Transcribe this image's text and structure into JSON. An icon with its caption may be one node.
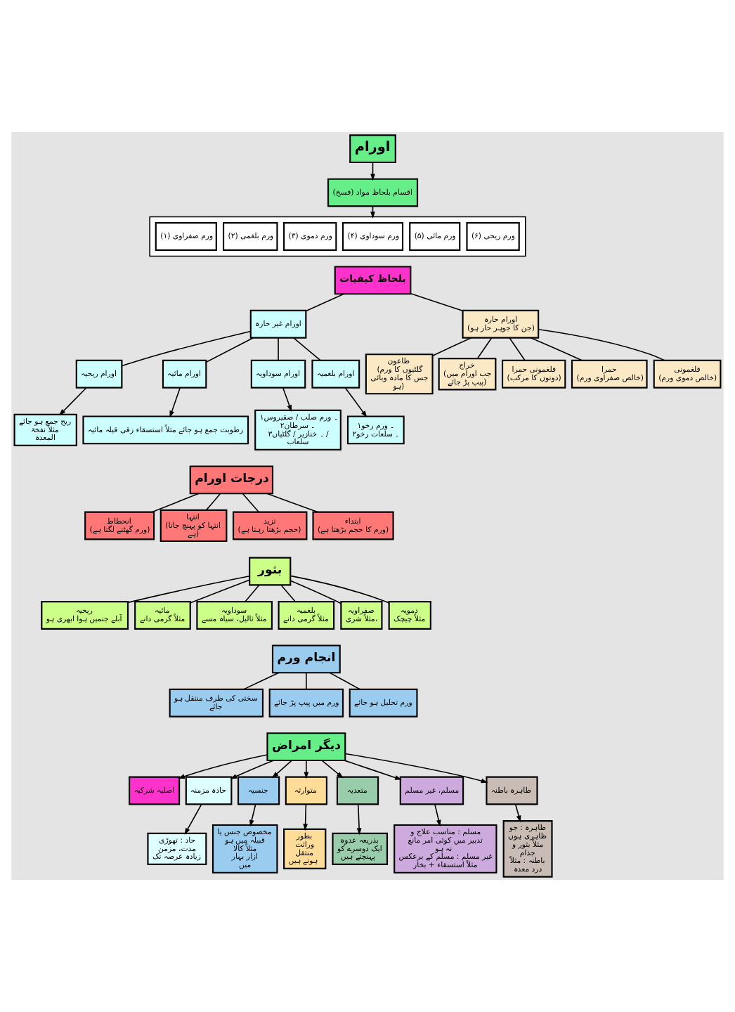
{
  "diagram": {
    "nodes": [
      {
        "text": [
          "اورام"
        ]
      },
      {
        "text": [
          "اقسام بلحاظ مواد (فسخ)"
        ]
      },
      {
        "text": [],
        "shape": "box"
      },
      {
        "text": [
          "(۱) ورم صفراوی"
        ],
        "in": 2
      },
      {
        "text": [
          "(۲) ورم بلغمی"
        ],
        "in": 2
      },
      {
        "text": [
          "(۳) ورم دموی"
        ],
        "in": 2
      },
      {
        "text": [
          "(۴) ورم سوداوی"
        ],
        "in": 2
      },
      {
        "text": [
          "(۵) ورم مائی"
        ],
        "in": 2
      },
      {
        "text": [
          "(۶) ورم ریحی"
        ],
        "in": 2
      },
      {
        "text": [
          "بلحاظ کیفیات"
        ]
      },
      {
        "text": [
          "اورام حارہ",
          "(جن کا جوہر حار ہو)"
        ]
      },
      {
        "text": [
          "اورام غیر حارہ"
        ]
      },
      {
        "text": [
          "فلغمونی",
          "(خالص دموی ورم)"
        ]
      },
      {
        "text": [
          "حمرا",
          "(خالص صفراوی ورم)"
        ]
      },
      {
        "text": [
          "فلغمونی حمرا",
          "(دونوں کا مرکب)"
        ]
      },
      {
        "text": [
          "خراج",
          "(جب اورام میں پیپ پڑ جائے)"
        ]
      },
      {
        "text": [
          "طاعون",
          "(گلٹیوں کا ورم جس کا مادہ وبائی ہو)"
        ]
      },
      {
        "text": [
          "اورام بلغمیہ"
        ]
      },
      {
        "text": [
          "اورام سوداویہ"
        ]
      },
      {
        "text": [
          "اورام مائیہ"
        ]
      },
      {
        "text": [
          "اورام ریحیہ"
        ]
      },
      {
        "text": [
          "۱۔ ورم رخو",
          "۲۔ سلعات رخو"
        ]
      },
      {
        "text": [
          "۱۔ ورم صلب / صقیروس",
          "۲۔ سرطان",
          "۳۔ خنازیر / گلٹیاں / سلعاب"
        ]
      },
      {
        "text": [
          "ریح جمع ہو جائے مثلاً نفخۃ المعدہ"
        ]
      },
      {
        "text": [
          "رطوبت جمع ہو جائے مثلاً استسقاء زقی قیلہ مائیہ"
        ]
      },
      {
        "text": [
          "درجات اورام"
        ]
      },
      {
        "text": [
          "ابتداء",
          "(ورم کا حجم بڑھتا ہے)"
        ]
      },
      {
        "text": [
          "تزید",
          "(حجم بڑھتا رہتا ہے)"
        ]
      },
      {
        "text": [
          "انتہا",
          "(انتہا کو پہنچ جاتا ہے)"
        ]
      },
      {
        "text": [
          "انحطاط",
          "(ورم گھٹنے لگتا ہے)"
        ]
      },
      {
        "text": [
          "بثور"
        ]
      },
      {
        "text": [
          "دمویہ",
          "مثلاً چیچک"
        ]
      },
      {
        "text": [
          "صفراویہ",
          "مثلاً شری،"
        ]
      },
      {
        "text": [
          "بلغمیہ",
          "مثلاً گرمی دانے"
        ]
      },
      {
        "text": [
          "سوداویہ",
          "مثلاً ثالیل، سیاہ مسے"
        ]
      },
      {
        "text": [
          "مائیہ",
          "مثلاً گرمی دانے"
        ]
      },
      {
        "text": [
          "ریحیہ",
          "آبلے جنمیں ہوا ابھری ہو"
        ]
      },
      {
        "text": [
          "انجام ورم"
        ]
      },
      {
        "text": [
          "ورم تحلیل ہو جائے"
        ]
      },
      {
        "text": [
          "ورم میں پیپ پڑ جائے"
        ]
      },
      {
        "text": [
          "سختی کی طرف منتقل ہو جائے"
        ]
      },
      {
        "text": [
          "دیگر امراض"
        ]
      },
      {
        "text": [
          "ظاہرہ باطنہ"
        ]
      },
      {
        "text": [
          "مسلم، غیر مسلم"
        ]
      },
      {
        "text": [
          "متعدیہ"
        ]
      },
      {
        "text": [
          "متوارثہ"
        ]
      },
      {
        "text": [
          "جنسیہ"
        ]
      },
      {
        "text": [
          "حادہ مزمنہ"
        ]
      },
      {
        "text": [
          "اصلیہ شرکیہ"
        ]
      },
      {
        "text": [
          "ظاہرہ : جو ظاہری ہوں مثلاً بثور و جذام",
          "باطنہ : مثلاً درد معدہ"
        ]
      },
      {
        "text": [
          "مسلم : مناسب علاج و تدبیر میں کوئی امر مانع نہ ہو",
          "غیر مسلم : مسلم کے برعکس مثلاً استسقاء + بخار"
        ]
      },
      {
        "text": [
          "بذریعہ عدوہ ایک دوسرے کو پہنچتے ہیں"
        ]
      },
      {
        "text": [
          "بطور وراثت منتقل ہوتے ہیں"
        ]
      },
      {
        "text": [
          "مخصوص جنس یا قبیلہ میں ہو مثلاً کالا ازار بہار میں"
        ]
      },
      {
        "text": [
          "حاد : تھوڑی مدت، مزمن زیادہ عرصہ تک"
        ]
      }
    ],
    "edges": [
      {
        "from": 0,
        "to": 1,
        "arrow": "to"
      },
      {
        "from": 1,
        "to": 2,
        "arrow": "to"
      },
      {
        "from": 9,
        "to": 10,
        "arrow": "none"
      },
      {
        "from": 9,
        "to": 11,
        "arrow": "none"
      },
      {
        "from": 10,
        "to": 12,
        "arrow": "none"
      },
      {
        "from": 10,
        "to": 13,
        "arrow": "none"
      },
      {
        "from": 10,
        "to": 14,
        "arrow": "none"
      },
      {
        "from": 10,
        "to": 15,
        "arrow": "none"
      },
      {
        "from": 10,
        "to": 16,
        "arrow": "none"
      },
      {
        "from": 11,
        "to": 17,
        "arrow": "none"
      },
      {
        "from": 11,
        "to": 18,
        "arrow": "none"
      },
      {
        "from": 11,
        "to": 19,
        "arrow": "none"
      },
      {
        "from": 11,
        "to": 20,
        "arrow": "none"
      },
      {
        "from": 17,
        "to": 21,
        "arrow": "to"
      },
      {
        "from": 18,
        "to": 22,
        "arrow": "to"
      },
      {
        "from": 20,
        "to": 23,
        "arrow": "to"
      },
      {
        "from": 19,
        "to": 24,
        "arrow": "to"
      },
      {
        "from": 25,
        "to": 26,
        "arrow": "none"
      },
      {
        "from": 25,
        "to": 27,
        "arrow": "none"
      },
      {
        "from": 25,
        "to": 28,
        "arrow": "none"
      },
      {
        "from": 25,
        "to": 29,
        "arrow": "none"
      },
      {
        "from": 30,
        "to": 31,
        "arrow": "none"
      },
      {
        "from": 30,
        "to": 32,
        "arrow": "none"
      },
      {
        "from": 30,
        "to": 33,
        "arrow": "none"
      },
      {
        "from": 30,
        "to": 34,
        "arrow": "none"
      },
      {
        "from": 30,
        "to": 35,
        "arrow": "none"
      },
      {
        "from": 30,
        "to": 36,
        "arrow": "none"
      },
      {
        "from": 37,
        "to": 38,
        "arrow": "none"
      },
      {
        "from": 37,
        "to": 39,
        "arrow": "none"
      },
      {
        "from": 37,
        "to": 40,
        "arrow": "none"
      },
      {
        "from": 41,
        "to": 42,
        "arrow": "to"
      },
      {
        "from": 41,
        "to": 43,
        "arrow": "to"
      },
      {
        "from": 41,
        "to": 44,
        "arrow": "to"
      },
      {
        "from": 41,
        "to": 45,
        "arrow": "to"
      },
      {
        "from": 41,
        "to": 46,
        "arrow": "to"
      },
      {
        "from": 41,
        "to": 47,
        "arrow": "to"
      },
      {
        "from": 41,
        "to": 48,
        "arrow": "to"
      },
      {
        "from": 42,
        "to": 49,
        "arrow": "to"
      },
      {
        "from": 43,
        "to": 50,
        "arrow": "to"
      },
      {
        "from": 44,
        "to": 51,
        "arrow": "to"
      },
      {
        "from": 45,
        "to": 52,
        "arrow": "to"
      },
      {
        "from": 46,
        "to": 53,
        "arrow": "to"
      },
      {
        "from": 47,
        "to": 54,
        "arrow": "to"
      }
    ]
  }
}
